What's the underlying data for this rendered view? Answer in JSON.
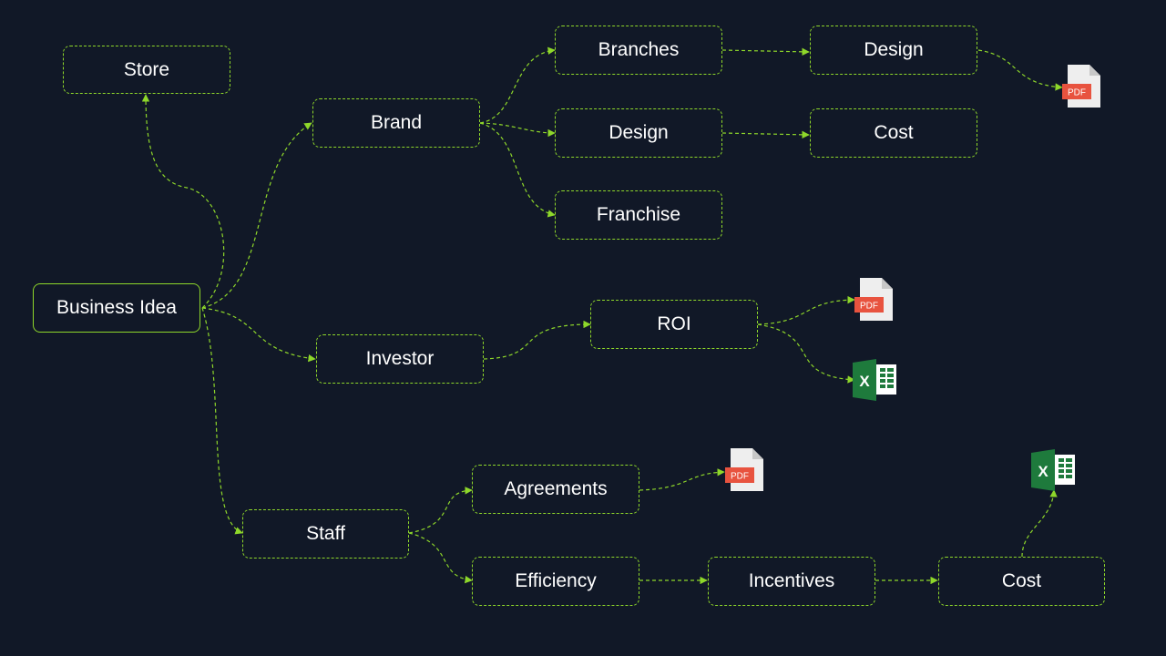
{
  "nodes": {
    "business_idea": "Business Idea",
    "store": "Store",
    "brand": "Brand",
    "branches": "Branches",
    "brand_design": "Design",
    "franchise": "Franchise",
    "branches_design": "Design",
    "design_cost": "Cost",
    "investor": "Investor",
    "roi": "ROI",
    "staff": "Staff",
    "agreements": "Agreements",
    "efficiency": "Efficiency",
    "incentives": "Incentives",
    "efficiency_cost": "Cost"
  },
  "icons": {
    "pdf_label": "PDF",
    "excel_label": "X"
  },
  "colors": {
    "background": "#111827",
    "connector": "#8ed72a",
    "node_text": "#ffffff",
    "pdf_badge": "#e8533f",
    "excel_green": "#1e7a3c"
  }
}
